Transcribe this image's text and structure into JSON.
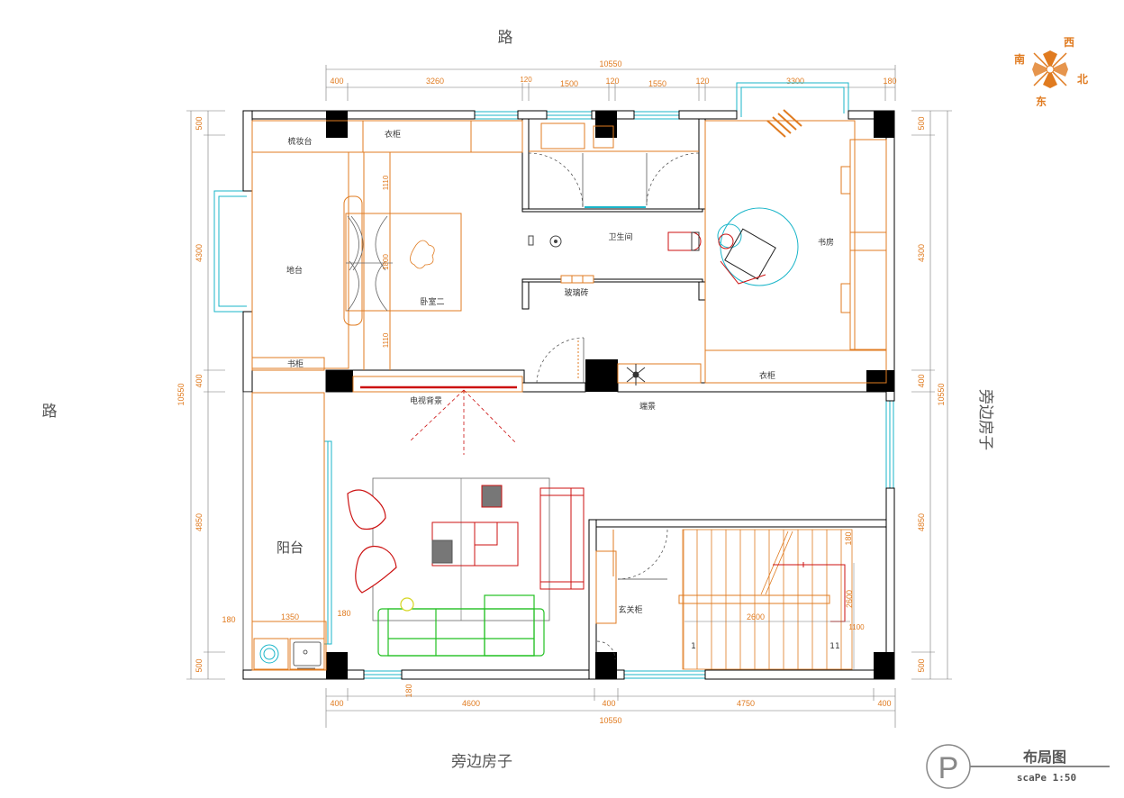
{
  "surroundings": {
    "top": "路",
    "left": "路",
    "right": "旁边房子",
    "bottom": "旁边房子"
  },
  "compass": {
    "north": "北",
    "south": "南",
    "east": "东",
    "west": "西"
  },
  "dims": {
    "top_total": "10550",
    "top": [
      "400",
      "3260",
      "120",
      "1500",
      "120",
      "1550",
      "120",
      "3300",
      "180"
    ],
    "bottom_total": "10550",
    "bottom": [
      "400",
      "4600",
      "400",
      "4750",
      "400"
    ],
    "left_total": "10550",
    "left": [
      "500",
      "4300",
      "400",
      "4850",
      "500"
    ],
    "right_total": "10550",
    "right": [
      "500",
      "4300",
      "400",
      "4850",
      "500"
    ],
    "interior": {
      "bed_upper": "1110",
      "bed_mid": "1800",
      "bed_lower": "1110",
      "balcony_w": "1350",
      "balcony_left": "180",
      "balcony_right": "180",
      "door_bottom": "180",
      "stair_top": "180",
      "stair_run": "2600",
      "stair_height": "2600",
      "stair_land": "1100"
    }
  },
  "rooms": {
    "dresser": "梳妆台",
    "wardrobe_top": "衣柜",
    "platform": "地台",
    "bedroom2": "卧室二",
    "bookcase": "书柜",
    "bathroom": "卫生间",
    "glass_brick": "玻璃砖",
    "study": "书房",
    "wardrobe_study": "衣柜",
    "tv_wall": "电视背景",
    "end_view": "端景",
    "balcony": "阳台",
    "entry_cabinet": "玄关柜",
    "stair_first": "1",
    "stair_last": "11"
  },
  "title_block": {
    "letter": "P",
    "title": "布局图",
    "scale": "scaPe 1:50"
  },
  "colors": {
    "wall": "#000000",
    "dimension": "#e07b20",
    "window": "#19b5c9",
    "furniture": "#e07b20",
    "sofa": "#22c022",
    "red": "#cc1111"
  }
}
